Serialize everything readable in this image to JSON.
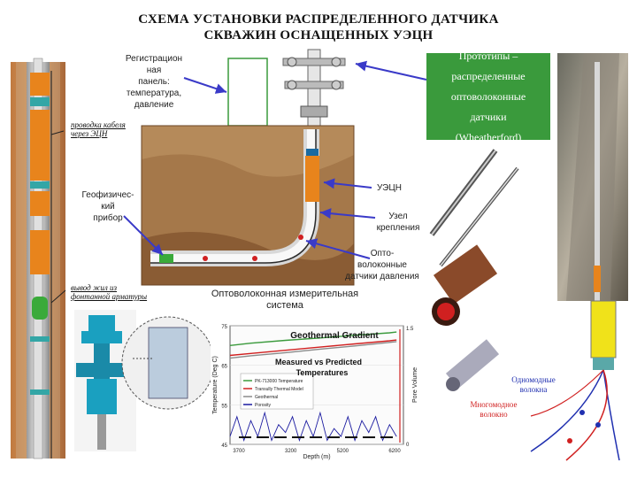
{
  "title": {
    "line1": "СХЕМА УСТАНОВКИ РАСПРЕДЕЛЕННОГО ДАТЧИКА",
    "line2": "СКВАЖИН ОСНАЩЕННЫХ УЭЦН"
  },
  "labels": {
    "registration_panel": [
      "Регистрацион",
      "ная",
      "панель:",
      "температура,",
      "давление"
    ],
    "geophysical_device": [
      "Геофизичес-",
      "кий",
      "прибор"
    ],
    "uecn": "УЭЦН",
    "mount_node": [
      "Узел",
      "крепления"
    ],
    "fiber_pressure_sensors": [
      "Опто-",
      "волоконные",
      "датчики давления"
    ],
    "fiber_measuring_system": [
      "Оптоволоконная измерительная",
      "система"
    ],
    "cable_through_uecn": [
      "проводка кабеля",
      "через ЭЦН"
    ],
    "wire_output": [
      "вывод жил из",
      "фонтанной арматуры"
    ],
    "prototypes": [
      "Прототипы –",
      "распределенные",
      "оптоволоконные",
      "датчики",
      "(Wheatherford)"
    ],
    "single_mode_fiber": [
      "Одномодные",
      "волокна"
    ],
    "multi_mode_fiber": [
      "Многомодное",
      "волокно"
    ]
  },
  "colors": {
    "prototype_box": "#3a9a3c",
    "arrow": "#3a3ac8",
    "pump_orange": "#e8841c",
    "soil": "#a5784a",
    "fiber_red": "#d02020",
    "fiber_blue": "#2030b0"
  },
  "chart_data": {
    "type": "line",
    "annotation_top": "Geothermal Gradient",
    "annotation_mid": [
      "Measured vs Predicted",
      "Temperatures"
    ],
    "ylabel": "Temperature (Deg C)",
    "y2label": "Pore Volume",
    "xlabel": "Depth (m)",
    "xlim": [
      3700,
      6200
    ],
    "ylim": [
      45,
      75
    ],
    "y2lim": [
      0,
      1.5
    ],
    "x_ticks": [
      "3700",
      "3200",
      "5200",
      "6200"
    ],
    "y_ticks": [
      "75",
      "65",
      "55",
      "45"
    ],
    "y2_ticks": [
      "1.5",
      "0"
    ],
    "legend": [
      "PK-713000 Temperature",
      "Transully Thermal Model",
      "Geothermal",
      "Porosity"
    ],
    "series": [
      {
        "color": "#3a9a3c",
        "x": [
          3700,
          4000,
          4500,
          5000,
          5500,
          6000,
          6100
        ],
        "values": [
          70,
          70.6,
          71.3,
          71.9,
          72.6,
          73.2,
          73.4
        ]
      },
      {
        "color": "#d02020",
        "x": [
          3700,
          4000,
          4500,
          5000,
          5500,
          6000,
          6100
        ],
        "values": [
          67.5,
          68,
          68.8,
          69.6,
          70.4,
          71.2,
          71.4
        ]
      },
      {
        "color": "#8a8a8a",
        "x": [
          3700,
          4000,
          4500,
          5000,
          5500,
          6000,
          6100
        ],
        "values": [
          66.8,
          67.4,
          68.2,
          69.1,
          69.9,
          70.8,
          71
        ]
      },
      {
        "color": "#1a1aa0",
        "x": [
          3700,
          3800,
          3900,
          4000,
          4100,
          4200,
          4300,
          4400,
          4500,
          4600,
          4700,
          4800,
          4900,
          5000,
          5100,
          5200,
          5300,
          5400,
          5500,
          5600,
          5700,
          5800,
          5900,
          6000,
          6100
        ],
        "values": [
          47,
          52,
          46,
          51,
          47,
          53,
          46,
          50,
          48,
          52,
          46,
          51,
          47,
          53,
          46,
          49,
          47,
          52,
          46,
          51,
          48,
          52,
          46,
          50,
          47
        ]
      }
    ]
  }
}
